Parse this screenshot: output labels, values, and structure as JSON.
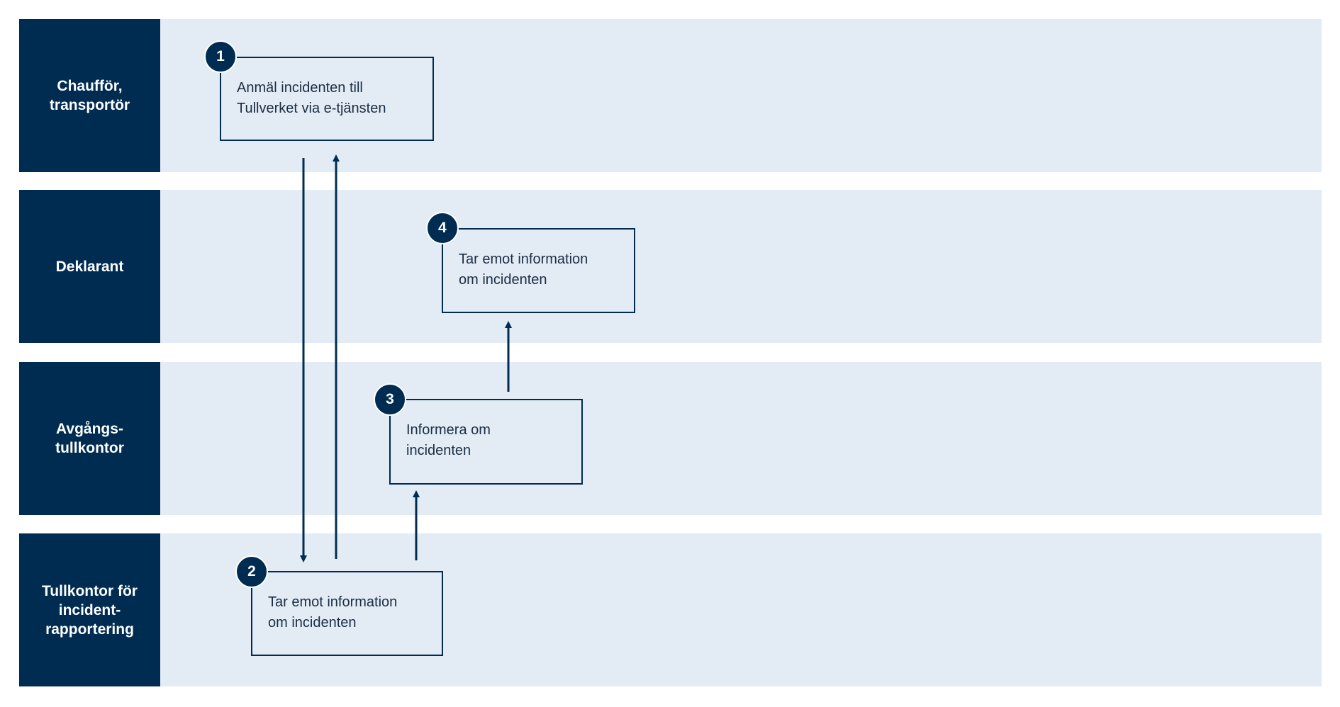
{
  "lanes": [
    {
      "id": "chauffor",
      "label": "Chaufför,\ntransportör"
    },
    {
      "id": "deklarant",
      "label": "Deklarant"
    },
    {
      "id": "avgangstullkontor",
      "label": "Avgångs-\ntullkontor"
    },
    {
      "id": "incidentrapportering",
      "label": "Tullkontor  för\nincident-\nrapportering"
    }
  ],
  "steps": [
    {
      "number": "1",
      "text": "Anmäl incidenten till\nTullverket via e-tjänsten"
    },
    {
      "number": "2",
      "text": "Tar emot information\nom incidenten"
    },
    {
      "number": "3",
      "text": "Informera om\nincidenten"
    },
    {
      "number": "4",
      "text": "Tar emot information\nom incidenten"
    }
  ],
  "colors": {
    "lane_label_bg": "#002c52",
    "lane_body_bg": "#e3ebf5",
    "accent": "#002c52"
  }
}
